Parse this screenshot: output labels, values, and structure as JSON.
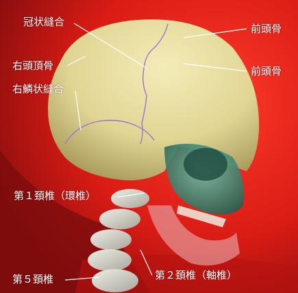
{
  "image": {
    "subject": "skull-cervical-spine-3d-render",
    "colors": {
      "background_red": "#e8231c",
      "background_dark": "#7a0c0c",
      "bone": "#e6dc9c",
      "bone_shadow": "#b5a86a",
      "suture_line": "#a070d0",
      "maxilla_green": "#3b8f7a",
      "vertebrae": "#d8d6cc",
      "leader_line": "#ffffff"
    }
  },
  "labels": {
    "coronal_suture": "冠状縫合",
    "frontal_bone_1": "前頭骨",
    "frontal_bone_2": "前頭骨",
    "right_parietal": "右頭頂骨",
    "right_squamous_suture": "右鱗状縫合",
    "cervical_1": "第１頚椎（環椎）",
    "cervical_2": "第２頚椎（軸椎）",
    "cervical_5": "第５頚椎"
  }
}
